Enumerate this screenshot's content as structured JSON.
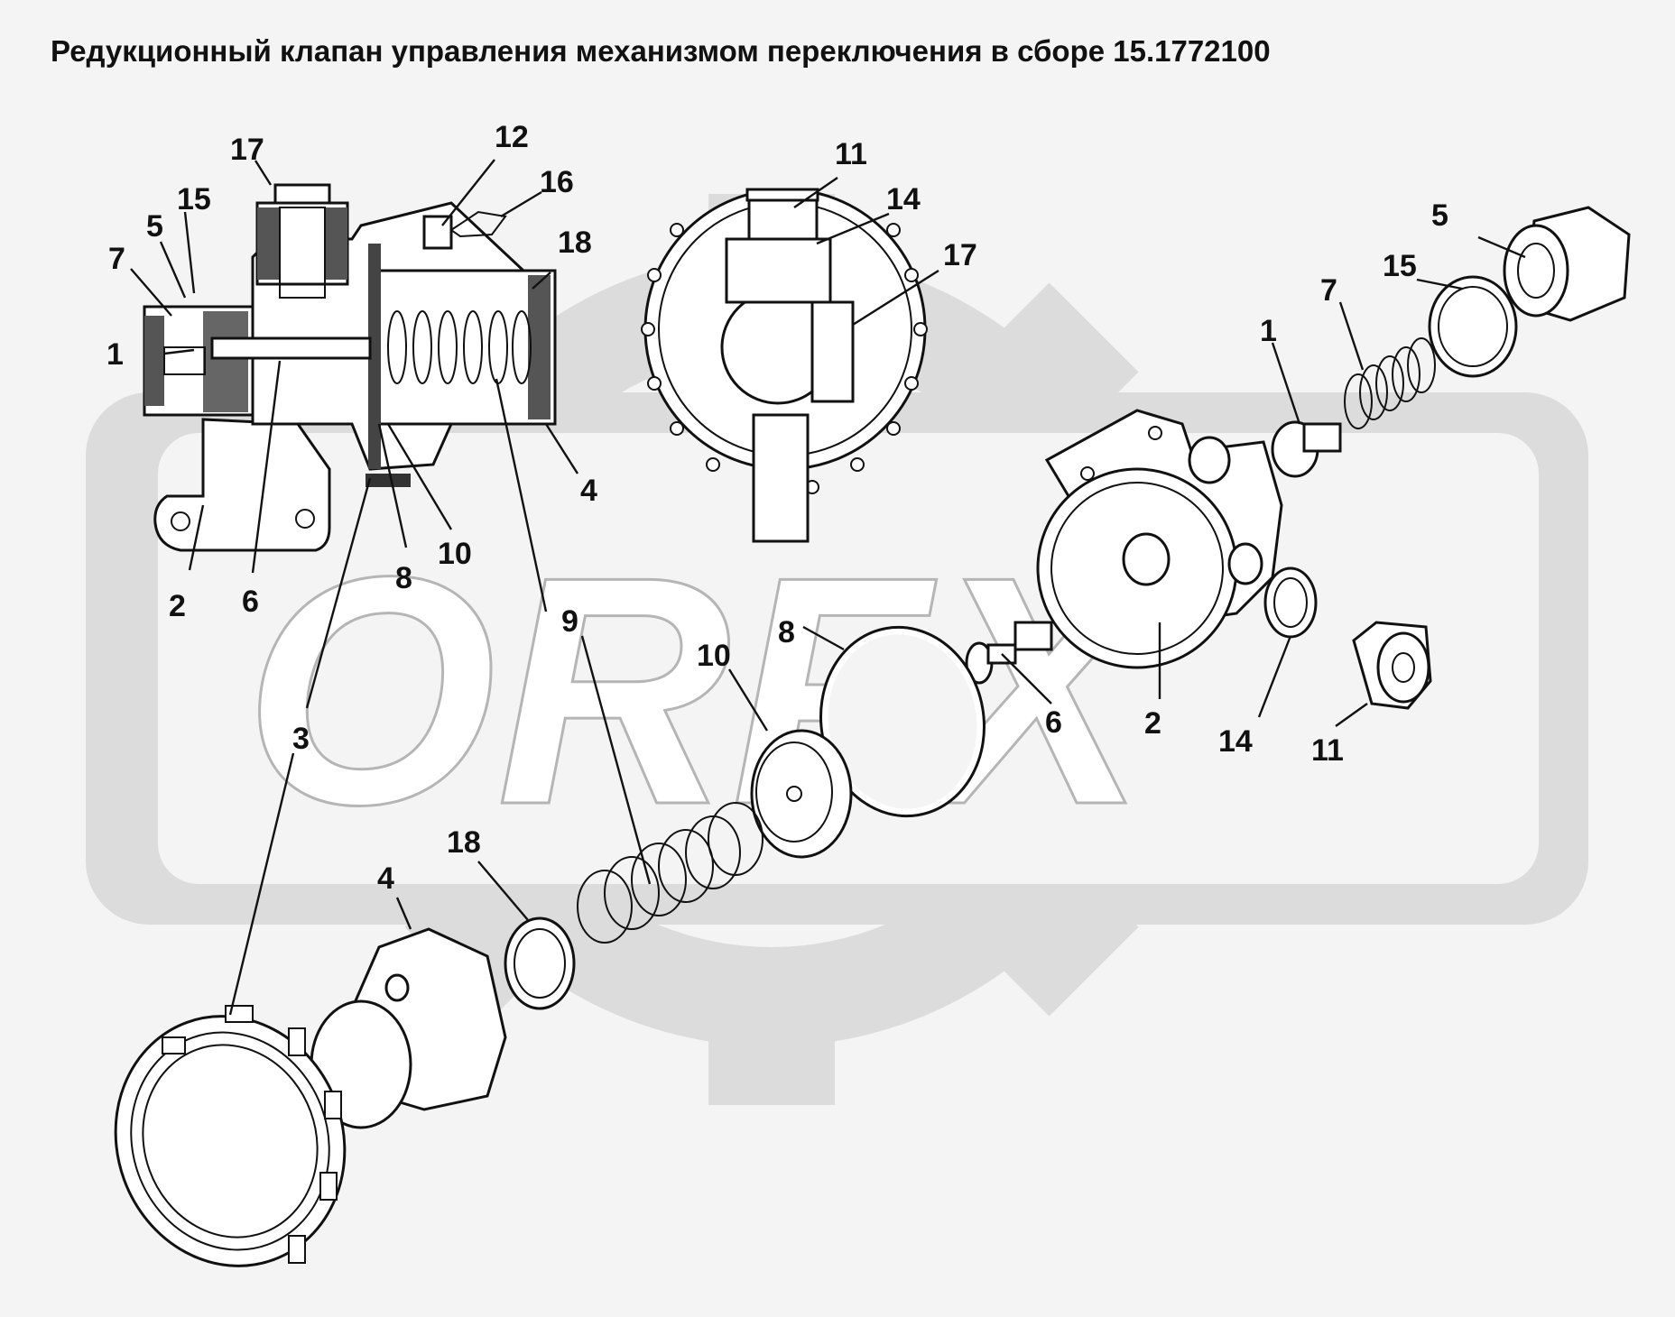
{
  "title": "Редукционный клапан управления механизмом переключения в сборе 15.1772100",
  "watermark": {
    "text": "ORFX",
    "color": "#dcdcdc"
  },
  "labels": {
    "sec": [
      "17",
      "12",
      "16",
      "15",
      "5",
      "7",
      "1",
      "18",
      "4",
      "2",
      "6",
      "8",
      "10"
    ],
    "side": [
      "11",
      "14",
      "17"
    ],
    "exp": [
      "5",
      "15",
      "7",
      "1",
      "2",
      "6",
      "14",
      "11",
      "8",
      "10",
      "9",
      "3",
      "18",
      "4"
    ]
  }
}
